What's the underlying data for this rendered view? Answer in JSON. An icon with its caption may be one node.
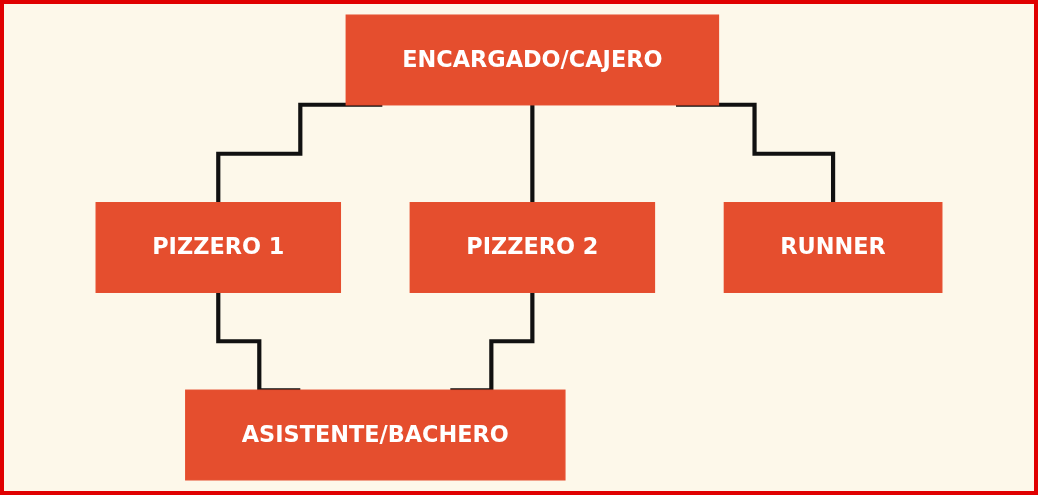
{
  "diagram": {
    "nodes": [
      {
        "text": [
          "ENCARGADO/CAJERO"
        ]
      },
      {
        "text": [
          "PIZZERO 1"
        ]
      },
      {
        "text": [
          "PIZZERO 2"
        ]
      },
      {
        "text": [
          "RUNNER"
        ]
      },
      {
        "text": [
          "ASISTENTE/BACHERO"
        ]
      }
    ],
    "edges": [
      {
        "from": 0,
        "to": 3,
        "arrow": "none"
      },
      {
        "from": 0,
        "to": 1,
        "arrow": "none"
      },
      {
        "from": 0,
        "to": 2,
        "arrow": "none"
      },
      {
        "from": 1,
        "to": 4,
        "arrow": "none"
      },
      {
        "from": 2,
        "to": 4,
        "arrow": "none"
      }
    ]
  }
}
